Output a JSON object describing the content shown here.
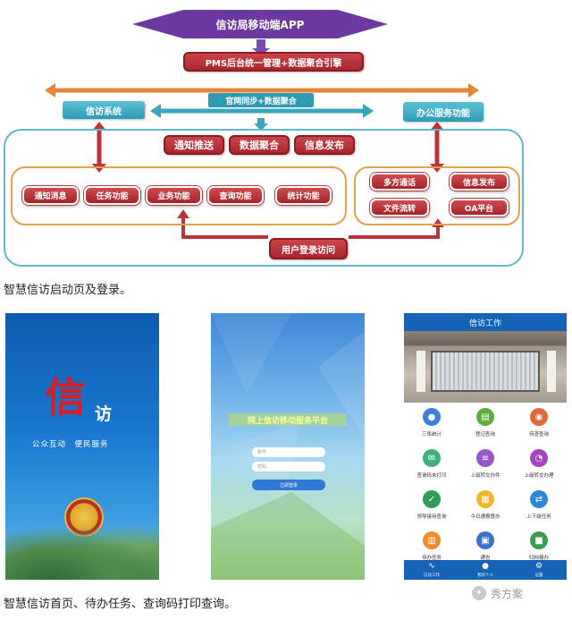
{
  "diagram": {
    "app_title": "信访局移动端APP",
    "pms_engine": "PMS后台统一管理+数据聚合引擎",
    "sync_label": "官网同步+数据聚合",
    "petition_system": "信访系统",
    "office_service": "办公服务功能",
    "center_buttons": [
      "通知推送",
      "数据聚合",
      "信息发布"
    ],
    "petition_modules": [
      "通知消息",
      "任务功能",
      "业务功能",
      "查询功能",
      "统计功能"
    ],
    "office_modules": [
      "多方通话",
      "信息发布",
      "文件流转",
      "OA平台"
    ],
    "login_access": "用户登录访问",
    "colors": {
      "purple": "#6b3aa0",
      "red": "#b8353a",
      "orange": "#e8833a",
      "teal": "#3aa4bd"
    }
  },
  "caption_top": "智慧信访启动页及登录。",
  "caption_bottom": "智慧信访首页、待办任务、查询码打印查询。",
  "splash": {
    "char_large": "信",
    "char_small": "访",
    "slogan": "公众互动　便民服务"
  },
  "login": {
    "title": "网上信访移动服务平台",
    "username_placeholder": "账号",
    "password_placeholder": "密码",
    "submit": "立即登录"
  },
  "home": {
    "header": "信访工作",
    "grid": [
      {
        "label": "三率统计",
        "icon": "people-icon",
        "color": "#3c7fd6"
      },
      {
        "label": "登记查询",
        "icon": "document-icon",
        "color": "#5aae3c"
      },
      {
        "label": "待查查询",
        "icon": "location-icon",
        "color": "#e2683b"
      },
      {
        "label": "查询码未打印",
        "icon": "mail-icon",
        "color": "#3fb27c"
      },
      {
        "label": "上级转交办件",
        "icon": "list-icon",
        "color": "#9956c9"
      },
      {
        "label": "上级转交办理",
        "icon": "pie-icon",
        "color": "#a344c2"
      },
      {
        "label": "领导接待查询",
        "icon": "check-icon",
        "color": "#2f9d58"
      },
      {
        "label": "今日通报督办",
        "icon": "calendar-icon",
        "color": "#f0b42e"
      },
      {
        "label": "上下级任务",
        "icon": "swap-icon",
        "color": "#2d86d6"
      },
      {
        "label": "待办任务",
        "icon": "grid-icon",
        "color": "#ef8c2e"
      },
      {
        "label": "通告",
        "icon": "book-icon",
        "color": "#3b72c9"
      },
      {
        "label": "归档报办",
        "icon": "box-icon",
        "color": "#3a9f4d"
      }
    ],
    "tabs": [
      {
        "label": "信访工作",
        "icon": "pulse-icon"
      },
      {
        "label": "我的个人",
        "icon": "person-icon"
      },
      {
        "label": "设置",
        "icon": "gear-icon"
      }
    ]
  },
  "watermark": "秀方案"
}
